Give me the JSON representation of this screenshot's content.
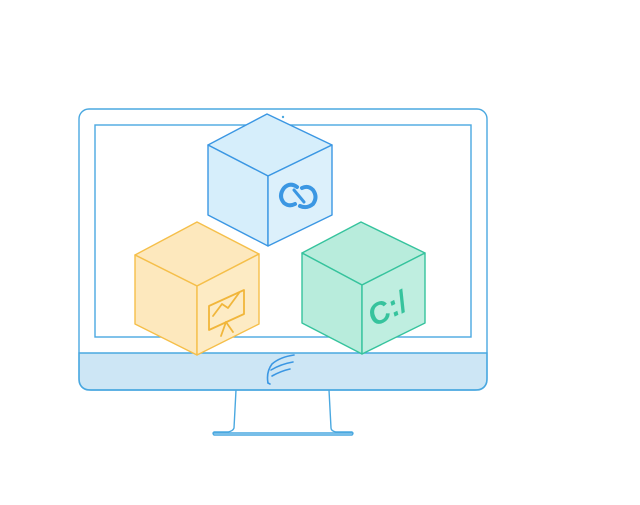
{
  "illustration": {
    "monitor": {
      "frame_color": "#4aa8e0",
      "chin_fill": "#cde6f5",
      "icons": {
        "logo": "winged-logo-icon"
      }
    },
    "cubes": [
      {
        "name": "link-cube",
        "icon": "chain-link-icon",
        "fill_front": "#dcf0fb",
        "stroke": "#3b97e3",
        "icon_color": "#3b97e3"
      },
      {
        "name": "presentation-cube",
        "icon": "presentation-chart-icon",
        "fill_front": "#fdebc4",
        "stroke": "#f5bf4a",
        "icon_color": "#f1b63b"
      },
      {
        "name": "command-cube",
        "icon": "command-line-icon",
        "label": "C:/",
        "fill_front": "#bfeee0",
        "stroke": "#36c39d",
        "icon_color": "#36c39d"
      }
    ]
  }
}
